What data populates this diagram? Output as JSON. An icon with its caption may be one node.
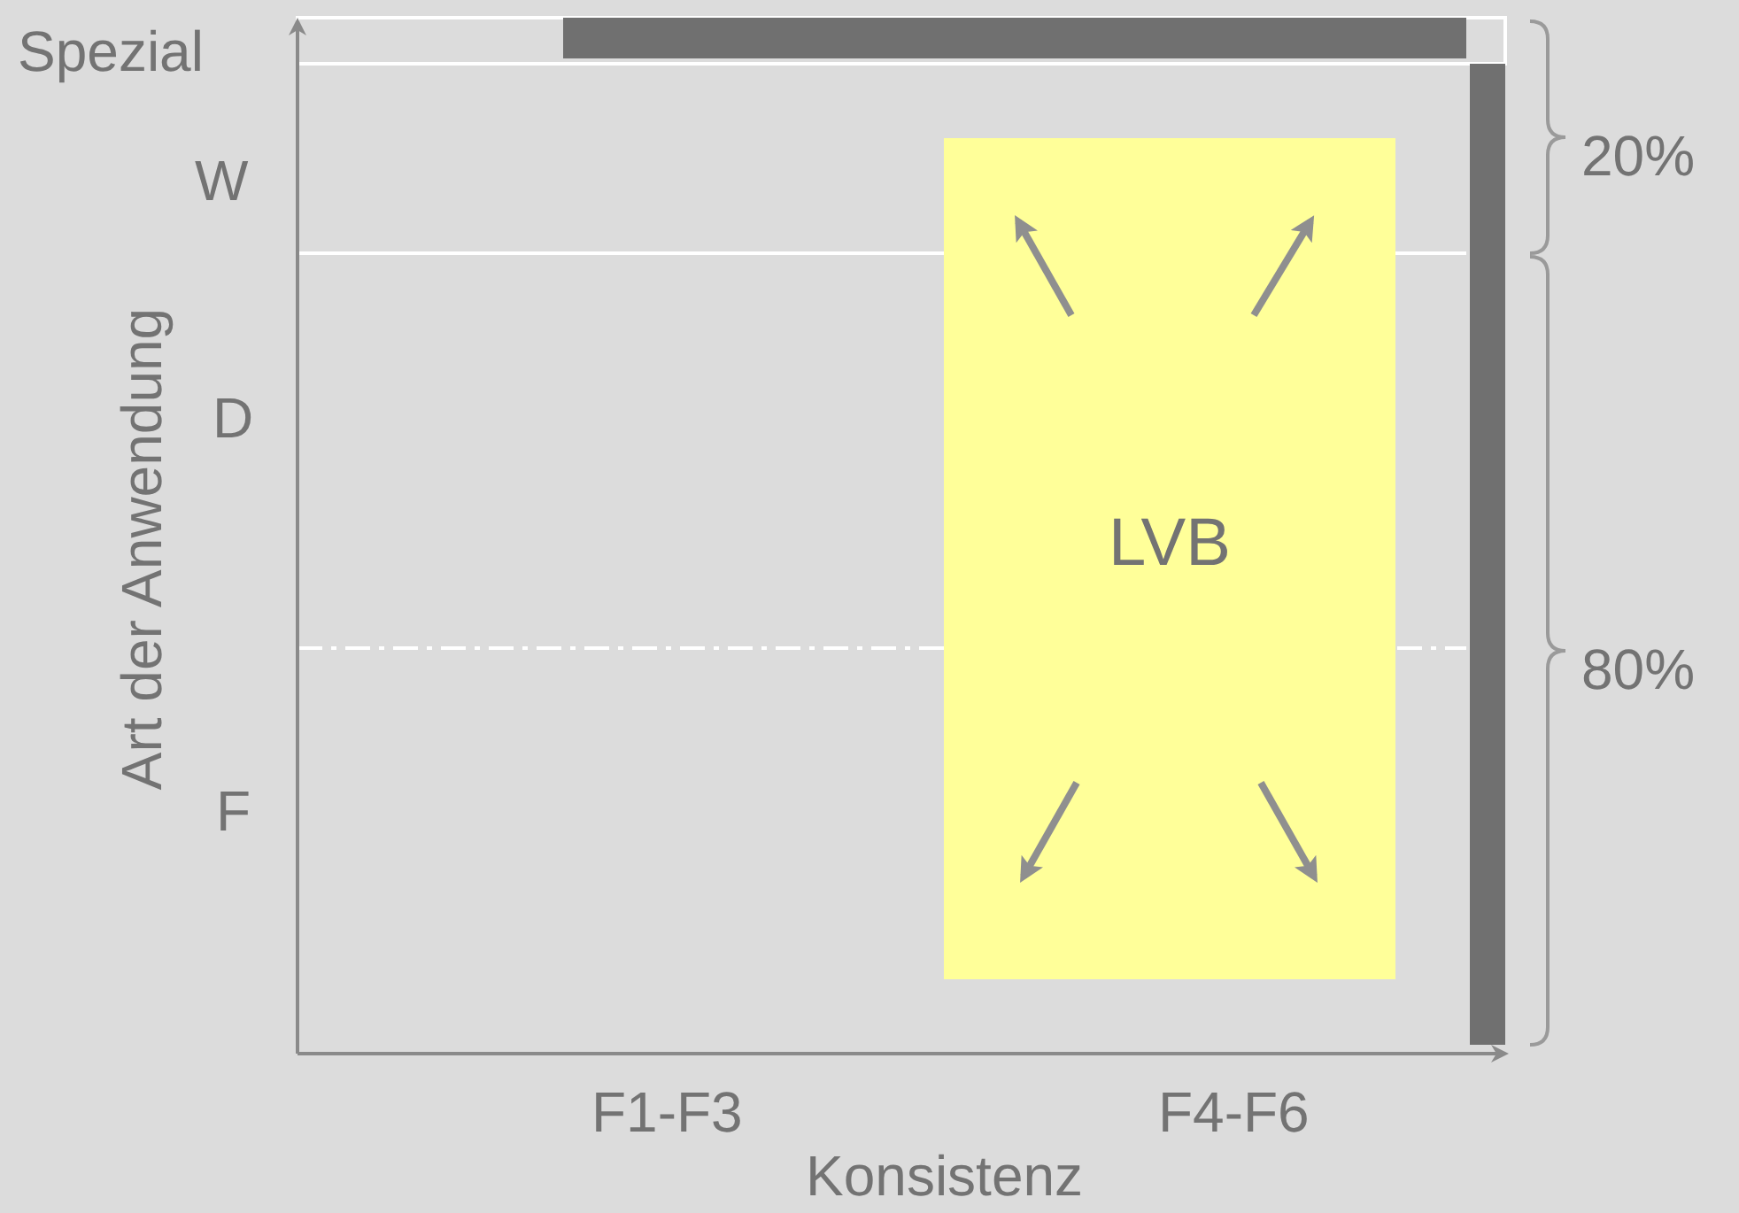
{
  "diagram": {
    "nodes": [
      {
        "text": [],
        "shape": "bar"
      },
      {
        "text": [
          "LVB"
        ]
      },
      {
        "text": [],
        "shape": "bar"
      }
    ],
    "labels": [
      "Spezial",
      "W",
      "D",
      "F",
      "Art der Anwendung",
      "20%",
      "80%",
      "F1-F3",
      "F4-F6",
      "Konsistenz"
    ]
  }
}
